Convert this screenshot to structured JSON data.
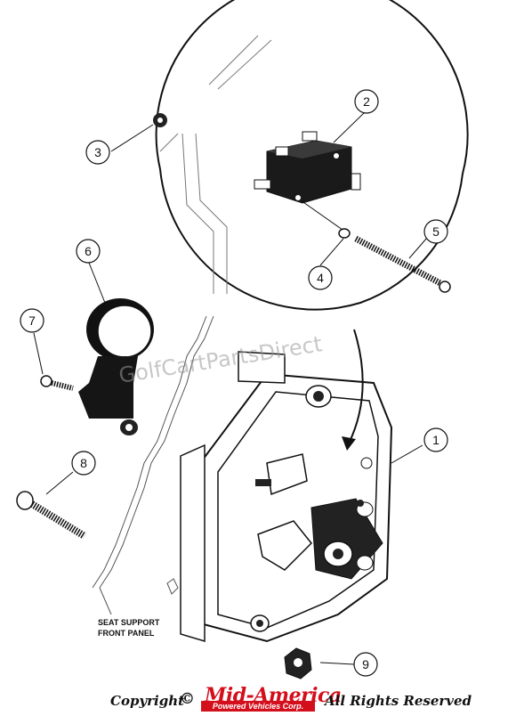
{
  "diagram": {
    "callouts": [
      {
        "id": "1",
        "label": "1"
      },
      {
        "id": "2",
        "label": "2"
      },
      {
        "id": "3",
        "label": "3"
      },
      {
        "id": "4",
        "label": "4"
      },
      {
        "id": "5",
        "label": "5"
      },
      {
        "id": "6",
        "label": "6"
      },
      {
        "id": "7",
        "label": "7"
      },
      {
        "id": "8",
        "label": "8"
      },
      {
        "id": "9",
        "label": "9"
      }
    ],
    "caption_line1": "SEAT SUPPORT",
    "caption_line2": "FRONT PANEL",
    "watermark": "GolfCartPartsDirect"
  },
  "footer": {
    "copyright_label": "Copyright",
    "copyright_symbol": "©",
    "logo_main": "Mid-America",
    "logo_sub": "Powered Vehicles Corp.",
    "rights": "All Rights Reserved"
  },
  "colors": {
    "logo_red": "#d40f1c",
    "ink": "#111111",
    "watermark_gray": "#9a9a9a"
  }
}
